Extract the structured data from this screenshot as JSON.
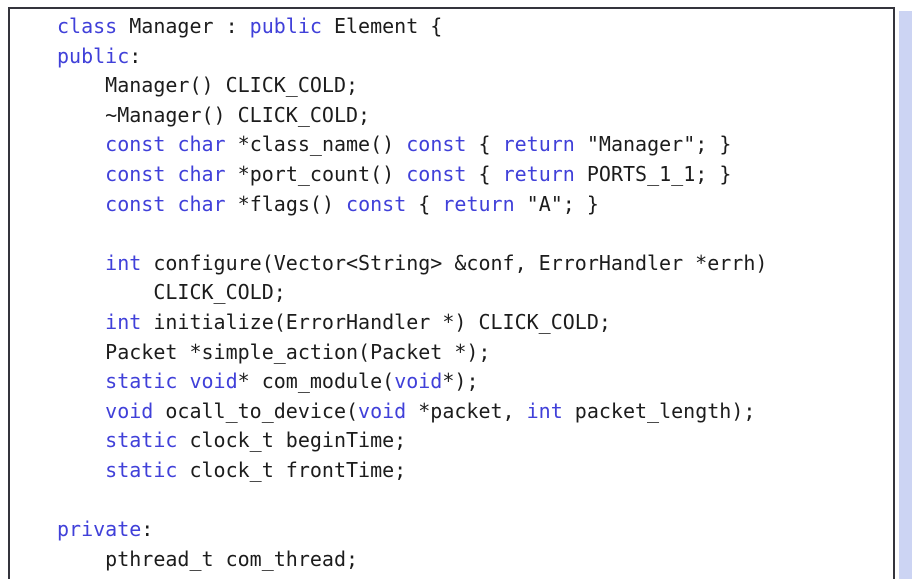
{
  "listing": {
    "language": "C++",
    "colors": {
      "background": "#ffffff",
      "text": "#1c1c1c",
      "keyword": "#4040d9",
      "border": "#34343c",
      "shadow": "#ccd4f3"
    },
    "lines": [
      [
        {
          "k": 1,
          "s": "class"
        },
        {
          "s": " Manager : "
        },
        {
          "k": 1,
          "s": "public"
        },
        {
          "s": " Element {"
        }
      ],
      [
        {
          "k": 1,
          "s": "public"
        },
        {
          "s": ":"
        }
      ],
      [
        {
          "s": "    Manager() CLICK_COLD;"
        }
      ],
      [
        {
          "s": "    ~Manager() CLICK_COLD;"
        }
      ],
      [
        {
          "s": "    "
        },
        {
          "k": 1,
          "s": "const"
        },
        {
          "s": " "
        },
        {
          "k": 1,
          "s": "char"
        },
        {
          "s": " *class_name() "
        },
        {
          "k": 1,
          "s": "const"
        },
        {
          "s": " { "
        },
        {
          "k": 1,
          "s": "return"
        },
        {
          "s": " \"Manager\"; }"
        }
      ],
      [
        {
          "s": "    "
        },
        {
          "k": 1,
          "s": "const"
        },
        {
          "s": " "
        },
        {
          "k": 1,
          "s": "char"
        },
        {
          "s": " *port_count() "
        },
        {
          "k": 1,
          "s": "const"
        },
        {
          "s": " { "
        },
        {
          "k": 1,
          "s": "return"
        },
        {
          "s": " PORTS_1_1; }"
        }
      ],
      [
        {
          "s": "    "
        },
        {
          "k": 1,
          "s": "const"
        },
        {
          "s": " "
        },
        {
          "k": 1,
          "s": "char"
        },
        {
          "s": " *flags() "
        },
        {
          "k": 1,
          "s": "const"
        },
        {
          "s": " { "
        },
        {
          "k": 1,
          "s": "return"
        },
        {
          "s": " \"A\"; }"
        }
      ],
      [],
      [
        {
          "s": "    "
        },
        {
          "k": 1,
          "s": "int"
        },
        {
          "s": " configure(Vector<String> &conf, ErrorHandler *errh)"
        }
      ],
      [
        {
          "s": "        CLICK_COLD;"
        }
      ],
      [
        {
          "s": "    "
        },
        {
          "k": 1,
          "s": "int"
        },
        {
          "s": " initialize(ErrorHandler *) CLICK_COLD;"
        }
      ],
      [
        {
          "s": "    Packet *simple_action(Packet *);"
        }
      ],
      [
        {
          "s": "    "
        },
        {
          "k": 1,
          "s": "static"
        },
        {
          "s": " "
        },
        {
          "k": 1,
          "s": "void"
        },
        {
          "s": "* com_module("
        },
        {
          "k": 1,
          "s": "void"
        },
        {
          "s": "*);"
        }
      ],
      [
        {
          "s": "    "
        },
        {
          "k": 1,
          "s": "void"
        },
        {
          "s": " ocall_to_device("
        },
        {
          "k": 1,
          "s": "void"
        },
        {
          "s": " *packet, "
        },
        {
          "k": 1,
          "s": "int"
        },
        {
          "s": " packet_length);"
        }
      ],
      [
        {
          "s": "    "
        },
        {
          "k": 1,
          "s": "static"
        },
        {
          "s": " clock_t beginTime;"
        }
      ],
      [
        {
          "s": "    "
        },
        {
          "k": 1,
          "s": "static"
        },
        {
          "s": " clock_t frontTime;"
        }
      ],
      [],
      [
        {
          "k": 1,
          "s": "private"
        },
        {
          "s": ":"
        }
      ],
      [
        {
          "s": "    pthread_t com_thread;"
        }
      ]
    ]
  }
}
